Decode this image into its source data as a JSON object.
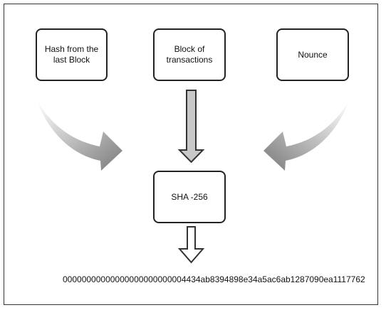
{
  "diagram": {
    "inputs": {
      "hash_label": "Hash from the\nlast Block",
      "block_label": "Block of\ntransactions",
      "nounce_label": "Nounce"
    },
    "process": {
      "sha_label": "SHA -256"
    },
    "output": {
      "hash_value": "00000000000000000000000004434ab8394898e34a5ac6ab1287090ea1117762"
    },
    "colors": {
      "curved_arrow_gradient_start": "#ffffff",
      "curved_arrow_gradient_end": "#808080",
      "down_arrow_fill": "#c8c8c8",
      "border": "#222222"
    }
  }
}
